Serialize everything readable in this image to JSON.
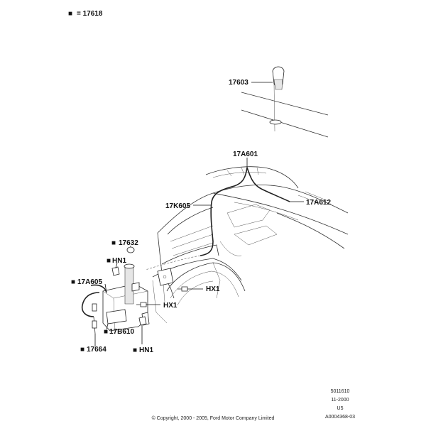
{
  "legend": {
    "marker": "■",
    "text": "= 17618"
  },
  "callouts": {
    "c17603": "17603",
    "c17A601": "17A601",
    "c17K605": "17K605",
    "c17A612": "17A612",
    "c17632": "17632",
    "cHN1a": "HN1",
    "cHX1a": "HX1",
    "c17A605": "17A605",
    "cHX1b": "HX1",
    "c17B610": "17B610",
    "c17664": "17664",
    "cHN1b": "HN1"
  },
  "marker": "■",
  "info": {
    "ref1": "5011610",
    "ref2": "11-2000",
    "ref3": "U5",
    "ref4": "A0004368-03"
  },
  "copyright": "© Copyright, 2000 - 2005, Ford Motor Company Limited"
}
